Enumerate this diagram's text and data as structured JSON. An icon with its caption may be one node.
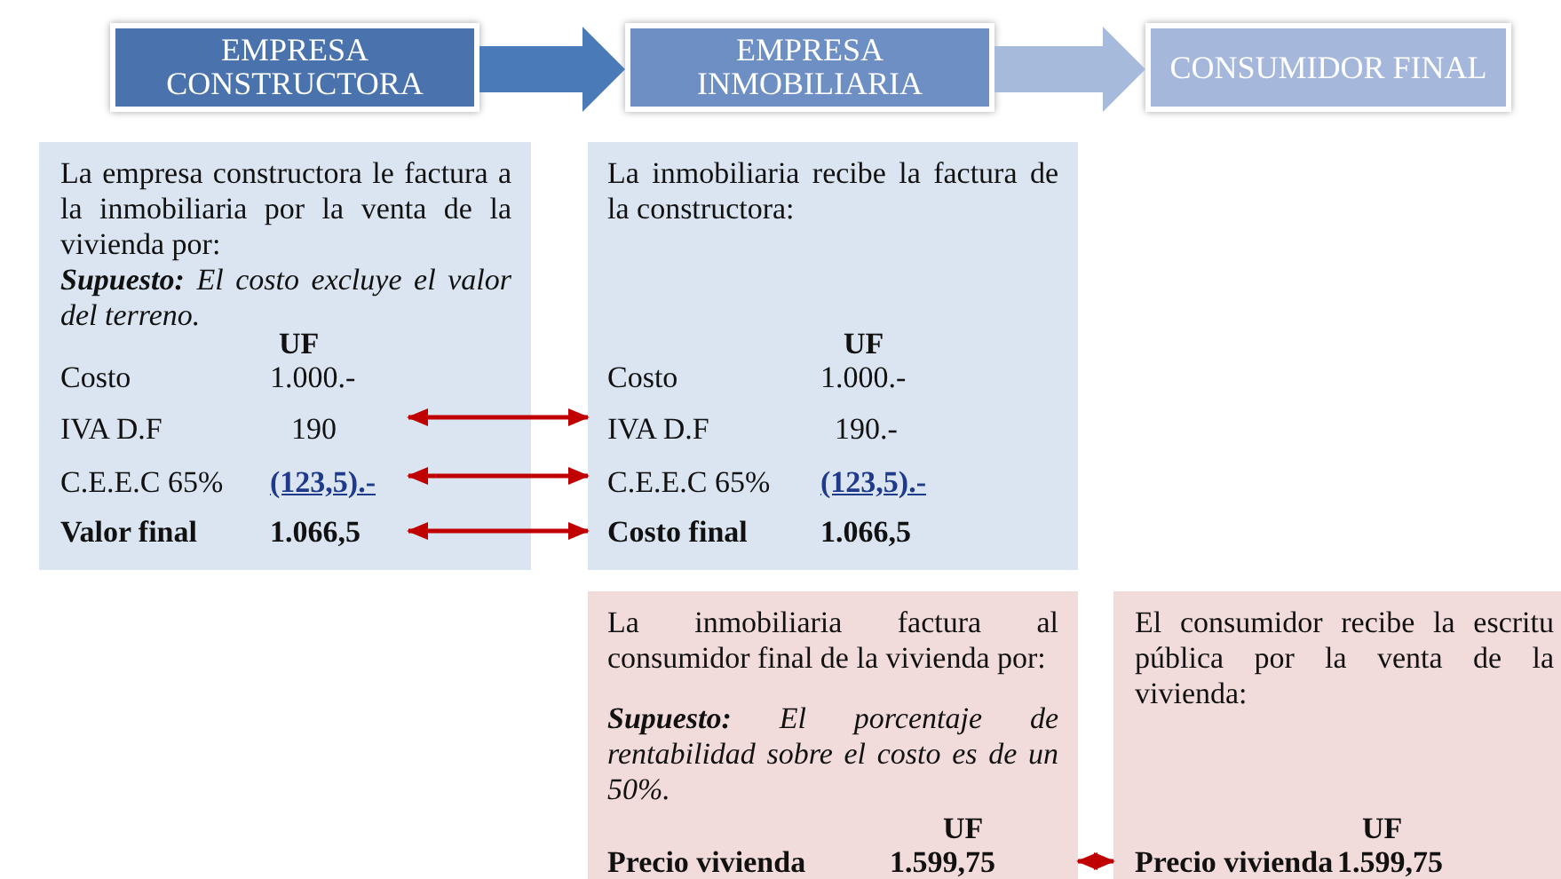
{
  "diagram": {
    "nodes": [
      {
        "text": [
          "EMPRESA CONSTRUCTORA"
        ]
      },
      {
        "text": [
          "EMPRESA INMOBILIARIA"
        ]
      },
      {
        "text": [
          "CONSUMIDOR FINAL"
        ]
      },
      {
        "text": [
          "La empresa constructora le factura a la inmobiliaria por la venta de la vivienda por:",
          "**Supuesto:** El costo excluye el valor del terreno.",
          "UF",
          "Costo",
          "1.000.-",
          "IVA D.F",
          "190",
          "C.E.E.C 65%",
          "(123,5).-",
          "Valor final",
          "1.066,5"
        ]
      },
      {
        "text": [
          "La inmobiliaria recibe la factura de la constructora:",
          "UF",
          "Costo",
          "1.000.-",
          "IVA D.F",
          "190.-",
          "C.E.E.C 65%",
          "(123,5).-",
          "Costo final",
          "1.066,5"
        ]
      },
      {
        "text": [
          "La inmobiliaria factura al consumidor final de la vivienda por:",
          "**Supuesto:** El porcentaje de rentabilidad sobre el costo es de un 50%.",
          "UF",
          "Precio vivienda",
          "1.599,75"
        ]
      },
      {
        "text": [
          "El consumidor recibe la escritu pública por la venta de la vivienda:",
          "UF",
          "Precio vivienda",
          "1.599,75"
        ]
      }
    ],
    "edges": [
      {
        "from": 0,
        "to": 1,
        "arrow": "to",
        "style": "thick",
        "color": "#4a7ab8"
      },
      {
        "from": 1,
        "to": 2,
        "arrow": "to",
        "style": "thick",
        "color": "#a6badc"
      },
      {
        "from": 3,
        "to": 4,
        "arrow": "both"
      },
      {
        "from": 3,
        "to": 4,
        "arrow": "both"
      },
      {
        "from": 3,
        "to": 4,
        "arrow": "both"
      },
      {
        "from": 5,
        "to": 6,
        "arrow": "both"
      }
    ]
  }
}
